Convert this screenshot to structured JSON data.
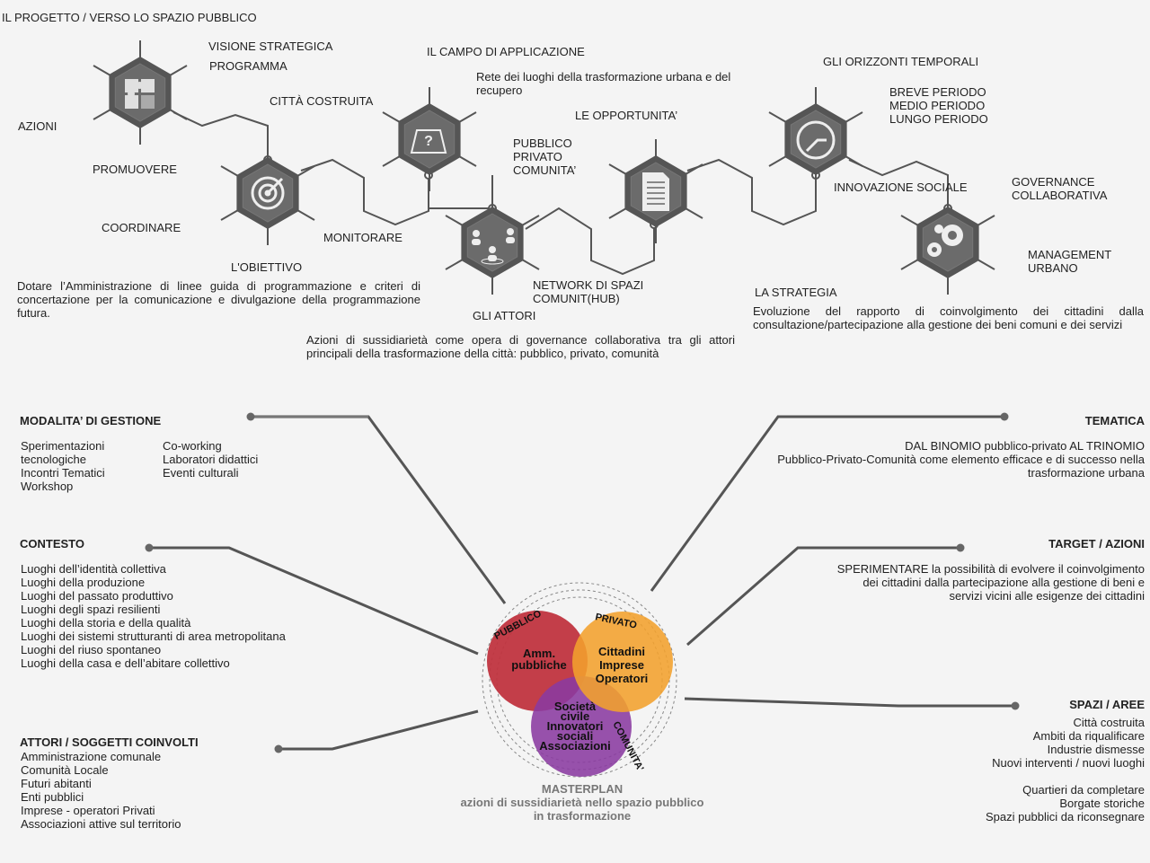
{
  "top": {
    "title": "IL PROGETTO / VERSO LO SPAZIO PUBBLICO",
    "visione": "VISIONE STRATEGICA",
    "programma": "PROGRAMMA",
    "azioni": "AZIONI",
    "promuovere": "PROMUOVERE",
    "coordinare": "COORDINARE",
    "monitorare": "MONITORARE",
    "obiettivo": "L'OBIETTIVO",
    "obiettivo_desc": "Dotare l’Amministrazione di linee guida di programmazione e criteri di concertazione per la  comunicazione e divulgazione della programmazione futura.",
    "citta": "CITTÀ COSTRUITA",
    "campo": "IL CAMPO DI APPLICAZIONE",
    "campo_desc": "Rete dei luoghi della trasformazione urbana e del recupero",
    "pubblico": "PUBBLICO",
    "privato": "PRIVATO",
    "comunita": "COMUNITA’",
    "opportunita": "LE OPPORTUNITA’",
    "network1": "NETWORK DI SPAZI",
    "network2": "COMUNIT(HUB)",
    "attori": "GLI ATTORI",
    "attori_desc": "Azioni di sussidiarietà come opera di governance collaborativa tra gli attori principali della trasformazione della città: pubblico, privato, comunità",
    "orizzonti": "GLI ORIZZONTI TEMPORALI",
    "breve": "BREVE PERIODO",
    "medio": "MEDIO PERIODO",
    "lungo": "LUNGO PERIODO",
    "innovazione": "INNOVAZIONE SOCIALE",
    "governance1": "GOVERNANCE",
    "governance2": "COLLABORATIVA",
    "management1": "MANAGEMENT",
    "management2": "URBANO",
    "strategia": "LA STRATEGIA",
    "strategia_desc": "Evoluzione del rapporto di coinvolgimento dei cittadini dalla consultazione/partecipazione  alla  gestione dei beni comuni e dei servizi"
  },
  "icons": [
    "puzzle-icon",
    "target-icon",
    "question-icon",
    "people-icon",
    "document-icon",
    "clock-icon",
    "gears-icon"
  ],
  "modalita": {
    "title": "MODALITA’ DI GESTIONE",
    "col1": [
      "Sperimentazioni",
      "tecnologiche",
      "Incontri Tematici",
      "Workshop"
    ],
    "col2": [
      "Co-working",
      "Laboratori didattici",
      "Eventi culturali"
    ]
  },
  "contesto": {
    "title": "CONTESTO",
    "items": [
      "Luoghi dell’identità collettiva",
      "Luoghi della produzione",
      "Luoghi del passato produttivo",
      "Luoghi degli spazi resilienti",
      "Luoghi della storia e della qualità",
      "Luoghi dei sistemi strutturanti di area metropolitana",
      "Luoghi del riuso spontaneo",
      "Luoghi della casa e dell’abitare collettivo"
    ]
  },
  "attori_sogg": {
    "title": "ATTORI / SOGGETTI COINVOLTI",
    "items": [
      "Amministrazione comunale",
      "Comunità Locale",
      "Futuri abitanti",
      "Enti pubblici",
      "Imprese - operatori Privati",
      "Associazioni attive sul territorio"
    ]
  },
  "tematica": {
    "title": "TEMATICA",
    "lines": [
      "DAL BINOMIO pubblico-privato  AL TRINOMIO",
      "Pubblico-Privato-Comunità come elemento efficace e di successo nella",
      "trasformazione urbana"
    ]
  },
  "target": {
    "title": "TARGET / AZIONI",
    "lines": [
      "SPERIMENTARE la possibilità di evolvere il coinvolgimento",
      "dei cittadini dalla partecipazione alla gestione di beni e",
      "servizi vicini alle esigenze dei cittadini"
    ]
  },
  "spazi": {
    "title": "SPAZI / AREE",
    "lines": [
      "Città costruita",
      "Ambiti da riqualificare",
      "Industrie dismesse",
      "Nuovi interventi / nuovi luoghi",
      "",
      "Quartieri da completare",
      "Borgate storiche",
      "Spazi pubblici da riconsegnare"
    ]
  },
  "venn": {
    "pubblico_arc": "PUBBLICO",
    "privato_arc": "PRIVATO",
    "comunita_arc": "COMUNITA’",
    "amm1": "Amm.",
    "amm2": "pubbliche",
    "cit1": "Cittadini",
    "cit2": "Imprese",
    "cit3": "Operatori",
    "soc1": "Società",
    "soc2": "civile",
    "soc3": "Innovatori",
    "soc4": "sociali",
    "soc5": "Associazioni",
    "colors": {
      "pubblico": "#c0343f",
      "privato": "#f2a12c",
      "comunita": "#8a3aa0"
    }
  },
  "masterplan": {
    "l1": "MASTERPLAN",
    "l2": "azioni di sussidiarietà nello spazio pubblico",
    "l3": "in trasformazione"
  }
}
